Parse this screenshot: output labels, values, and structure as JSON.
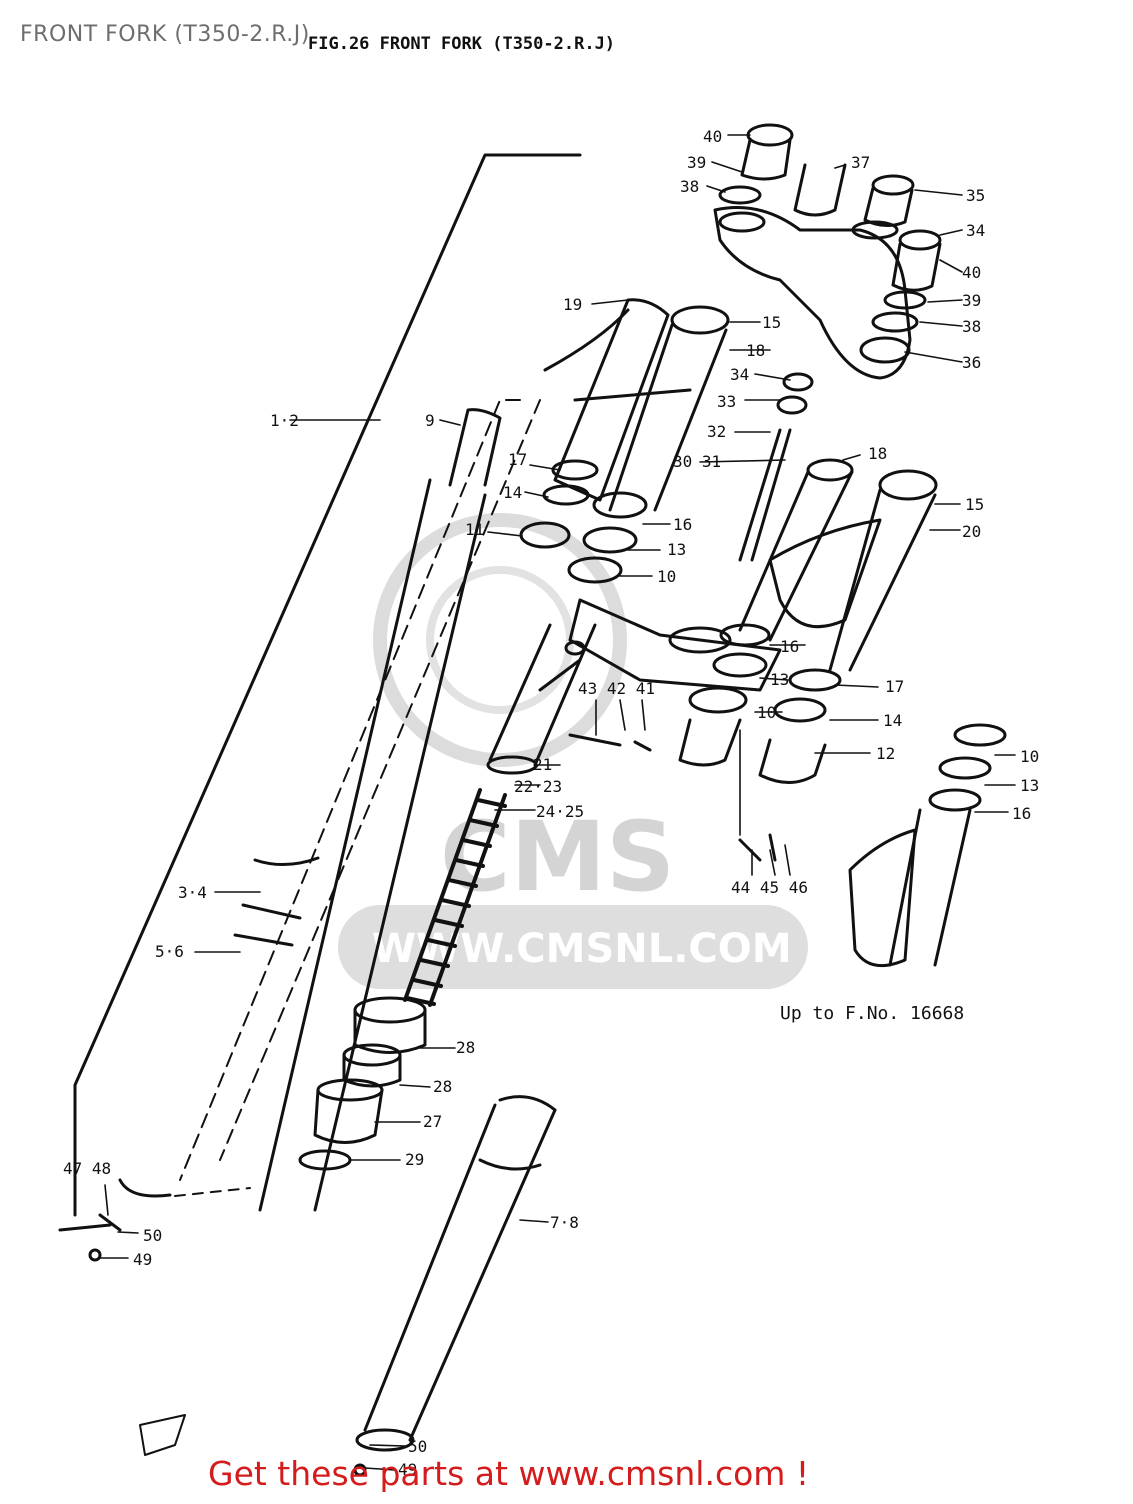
{
  "page": {
    "title": "FRONT FORK (T350-2.R.J)",
    "figure_caption": "FIG.26  FRONT FORK (T350-2.R.J)",
    "note": "Up to F.No. 16668",
    "footer": "Get these parts at www.cmsnl.com !"
  },
  "watermark": {
    "logo_text": "CMS",
    "url_text": "WWW.CMSNL.COM"
  },
  "part_labels": [
    {
      "id": "p40a",
      "text": "40"
    },
    {
      "id": "p39a",
      "text": "39"
    },
    {
      "id": "p38a",
      "text": "38"
    },
    {
      "id": "p37",
      "text": "37"
    },
    {
      "id": "p35",
      "text": "35"
    },
    {
      "id": "p34a",
      "text": "34"
    },
    {
      "id": "p40b",
      "text": "40"
    },
    {
      "id": "p39b",
      "text": "39"
    },
    {
      "id": "p38b",
      "text": "38"
    },
    {
      "id": "p36",
      "text": "36"
    },
    {
      "id": "p19",
      "text": "19"
    },
    {
      "id": "p15a",
      "text": "15"
    },
    {
      "id": "p18a",
      "text": "18"
    },
    {
      "id": "p34b",
      "text": "34"
    },
    {
      "id": "p33",
      "text": "33"
    },
    {
      "id": "p32",
      "text": "32"
    },
    {
      "id": "p3031",
      "text": "30 31"
    },
    {
      "id": "p18b",
      "text": "18"
    },
    {
      "id": "p12",
      "text": "1·2"
    },
    {
      "id": "p9",
      "text": "9"
    },
    {
      "id": "p17a",
      "text": "17"
    },
    {
      "id": "p14a",
      "text": "14"
    },
    {
      "id": "p11",
      "text": "11"
    },
    {
      "id": "p16a",
      "text": "16"
    },
    {
      "id": "p13a",
      "text": "13"
    },
    {
      "id": "p10a",
      "text": "10"
    },
    {
      "id": "p15b",
      "text": "15"
    },
    {
      "id": "p20",
      "text": "20"
    },
    {
      "id": "p16b",
      "text": "16"
    },
    {
      "id": "p13b",
      "text": "13"
    },
    {
      "id": "p10b",
      "text": "10"
    },
    {
      "id": "p17b",
      "text": "17"
    },
    {
      "id": "p14b",
      "text": "14"
    },
    {
      "id": "p12b",
      "text": "12"
    },
    {
      "id": "p434241",
      "text": "43 42 41"
    },
    {
      "id": "p21",
      "text": "21"
    },
    {
      "id": "p2223",
      "text": "22·23"
    },
    {
      "id": "p2425",
      "text": "24·25"
    },
    {
      "id": "p10c",
      "text": "10"
    },
    {
      "id": "p13c",
      "text": "13"
    },
    {
      "id": "p16c",
      "text": "16"
    },
    {
      "id": "p444546",
      "text": "44 45 46"
    },
    {
      "id": "p34c",
      "text": "3·4"
    },
    {
      "id": "p56",
      "text": "5·6"
    },
    {
      "id": "p28a",
      "text": "28"
    },
    {
      "id": "p28b",
      "text": "28"
    },
    {
      "id": "p27",
      "text": "27"
    },
    {
      "id": "p29",
      "text": "29"
    },
    {
      "id": "p4748",
      "text": "47 48"
    },
    {
      "id": "p50a",
      "text": "50"
    },
    {
      "id": "p49a",
      "text": "49"
    },
    {
      "id": "p78",
      "text": "7·8"
    },
    {
      "id": "p50b",
      "text": "50"
    },
    {
      "id": "p49b",
      "text": "49"
    }
  ]
}
